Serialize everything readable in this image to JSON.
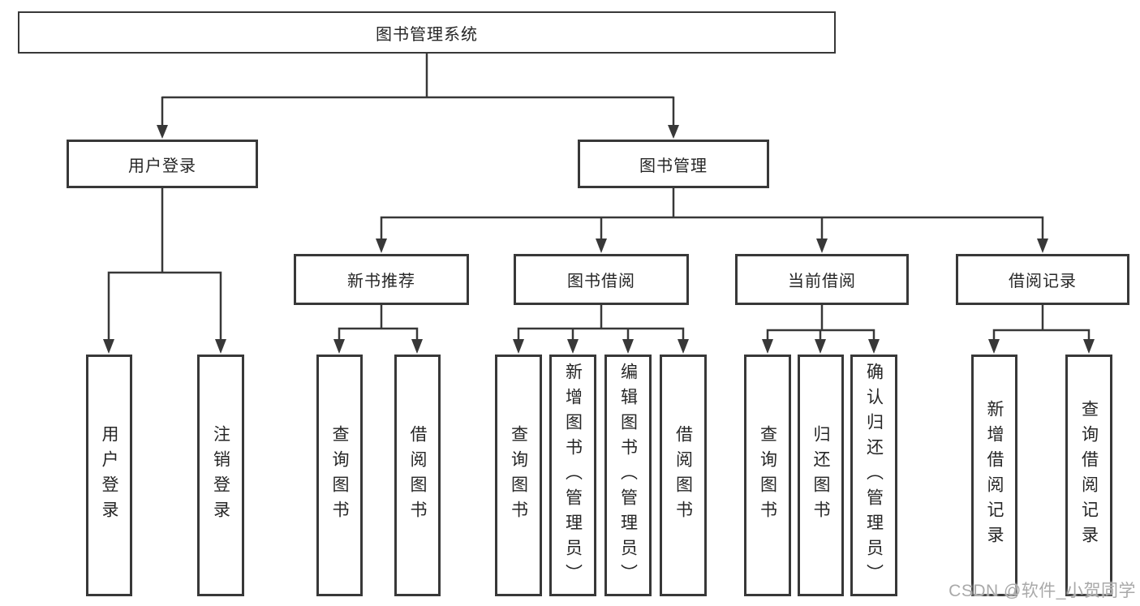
{
  "tree": {
    "root": {
      "label": "图书管理系统"
    },
    "branches": [
      {
        "label": "用户登录",
        "children": [
          {
            "label": "用户登录"
          },
          {
            "label": "注销登录"
          }
        ]
      },
      {
        "label": "图书管理",
        "children": [
          {
            "label": "新书推荐",
            "children": [
              {
                "label": "查询图书"
              },
              {
                "label": "借阅图书"
              }
            ]
          },
          {
            "label": "图书借阅",
            "children": [
              {
                "label": "查询图书"
              },
              {
                "label": "新增图书（管理员）"
              },
              {
                "label": "编辑图书（管理员）"
              },
              {
                "label": "借阅图书"
              }
            ]
          },
          {
            "label": "当前借阅",
            "children": [
              {
                "label": "查询图书"
              },
              {
                "label": "归还图书"
              },
              {
                "label": "确认归还（管理员）"
              }
            ]
          },
          {
            "label": "借阅记录",
            "children": [
              {
                "label": "新增借阅记录"
              },
              {
                "label": "查询借阅记录"
              }
            ]
          }
        ]
      }
    ]
  },
  "watermark": {
    "text": "CSDN @软件_小贺同学"
  },
  "colors": {
    "line": "#383838",
    "box_border": "#383838",
    "text": "#262626",
    "watermark": "#a9a9a9",
    "background": "#ffffff"
  }
}
